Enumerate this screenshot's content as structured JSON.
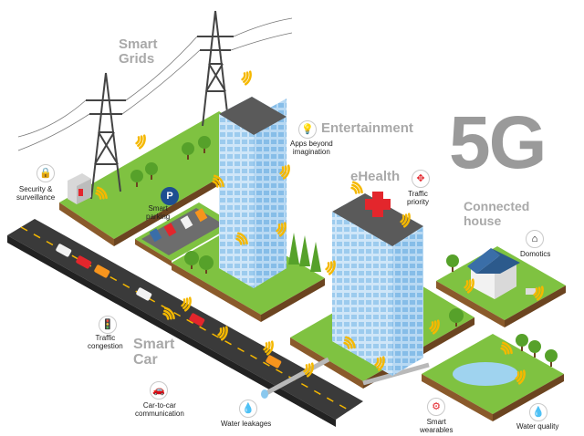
{
  "headline": "5G",
  "sections": {
    "smart_grids": "Smart\nGrids",
    "entertainment": "Entertainment",
    "ehealth": "eHealth",
    "connected_house": "Connected\nhouse",
    "smart_car": "Smart\nCar"
  },
  "services": {
    "security": "Security &\nsurveillance",
    "parking": "Smart\nparking",
    "apps": "Apps beyond\nimagination",
    "traffic_priority": "Traffic\npriority",
    "domotics": "Domotics",
    "traffic_congestion": "Traffic\ncongestion",
    "car_to_car": "Car-to-car\ncommunication",
    "water_leakages": "Water leakages",
    "smart_wearables": "Smart\nwearables",
    "water_quality": "Water quality"
  },
  "icons": {
    "security": "lock-icon",
    "parking": "parking-icon",
    "apps": "lightbulb-icon",
    "traffic_priority": "road-sign-icon",
    "domotics": "smart-home-icon",
    "traffic_congestion": "traffic-light-icon",
    "car_to_car": "car-icon",
    "water_leakages": "water-drop-icon",
    "smart_wearables": "gears-icon",
    "water_quality": "water-drop-icon"
  },
  "colors": {
    "grass": "#7fc241",
    "soil": "#8a5a2b",
    "building_glass": "#cfe6f8",
    "road": "#3a3a3a",
    "signal": "#f5b800",
    "label_grey": "#a9a9a9",
    "medical_red": "#e3262c"
  }
}
